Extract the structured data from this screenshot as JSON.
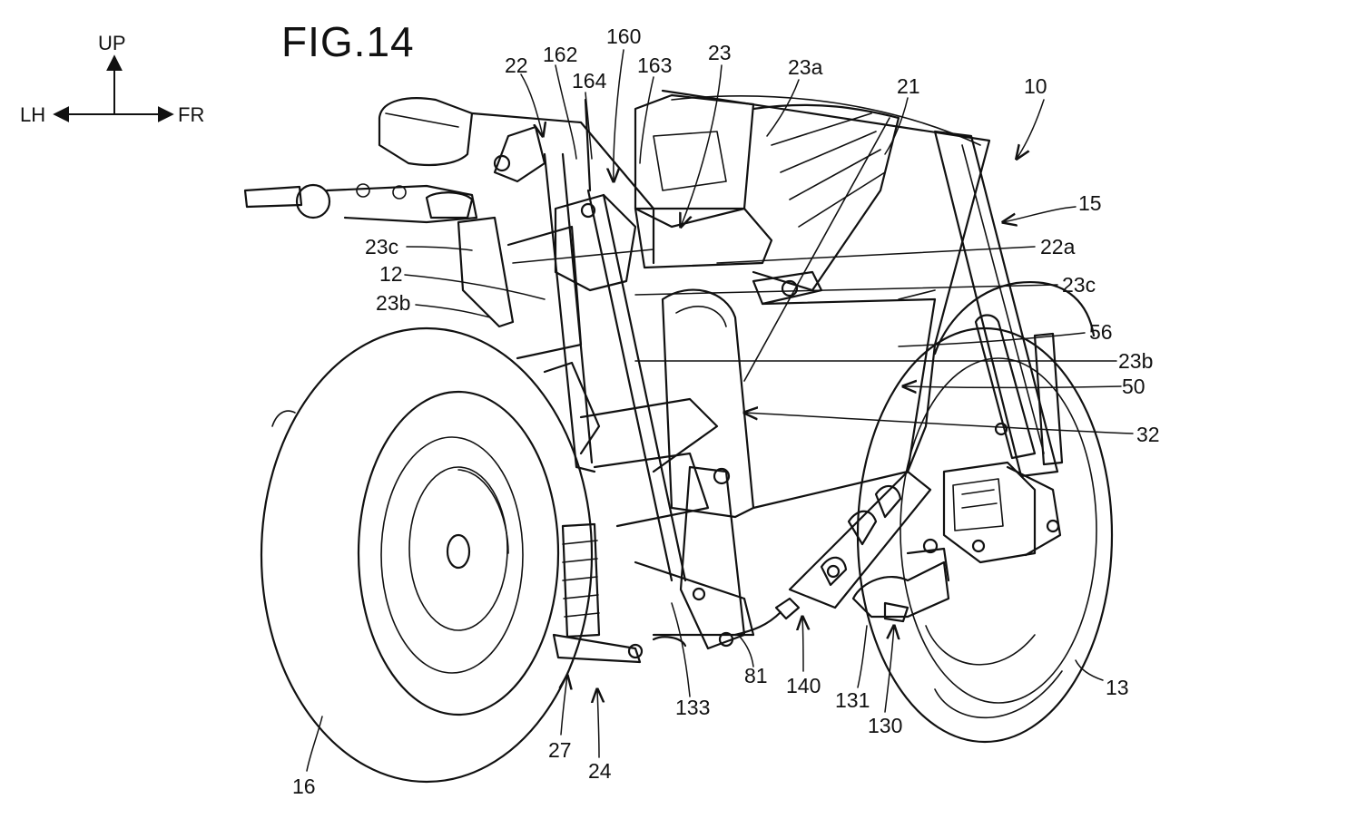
{
  "figure": {
    "title": "FIG.14"
  },
  "direction_indicator": {
    "up": "UP",
    "left": "LH",
    "right": "FR"
  },
  "reference_labels": {
    "l10": "10",
    "l12": "12",
    "l13": "13",
    "l15": "15",
    "l16": "16",
    "l21": "21",
    "l22": "22",
    "l22a": "22a",
    "l23": "23",
    "l23a": "23a",
    "l23b_left": "23b",
    "l23b_right": "23b",
    "l23c_left": "23c",
    "l23c_right": "23c",
    "l24": "24",
    "l27": "27",
    "l32": "32",
    "l50": "50",
    "l56": "56",
    "l81": "81",
    "l130": "130",
    "l131": "131",
    "l133": "133",
    "l140": "140",
    "l160": "160",
    "l162": "162",
    "l163": "163",
    "l164": "164"
  }
}
